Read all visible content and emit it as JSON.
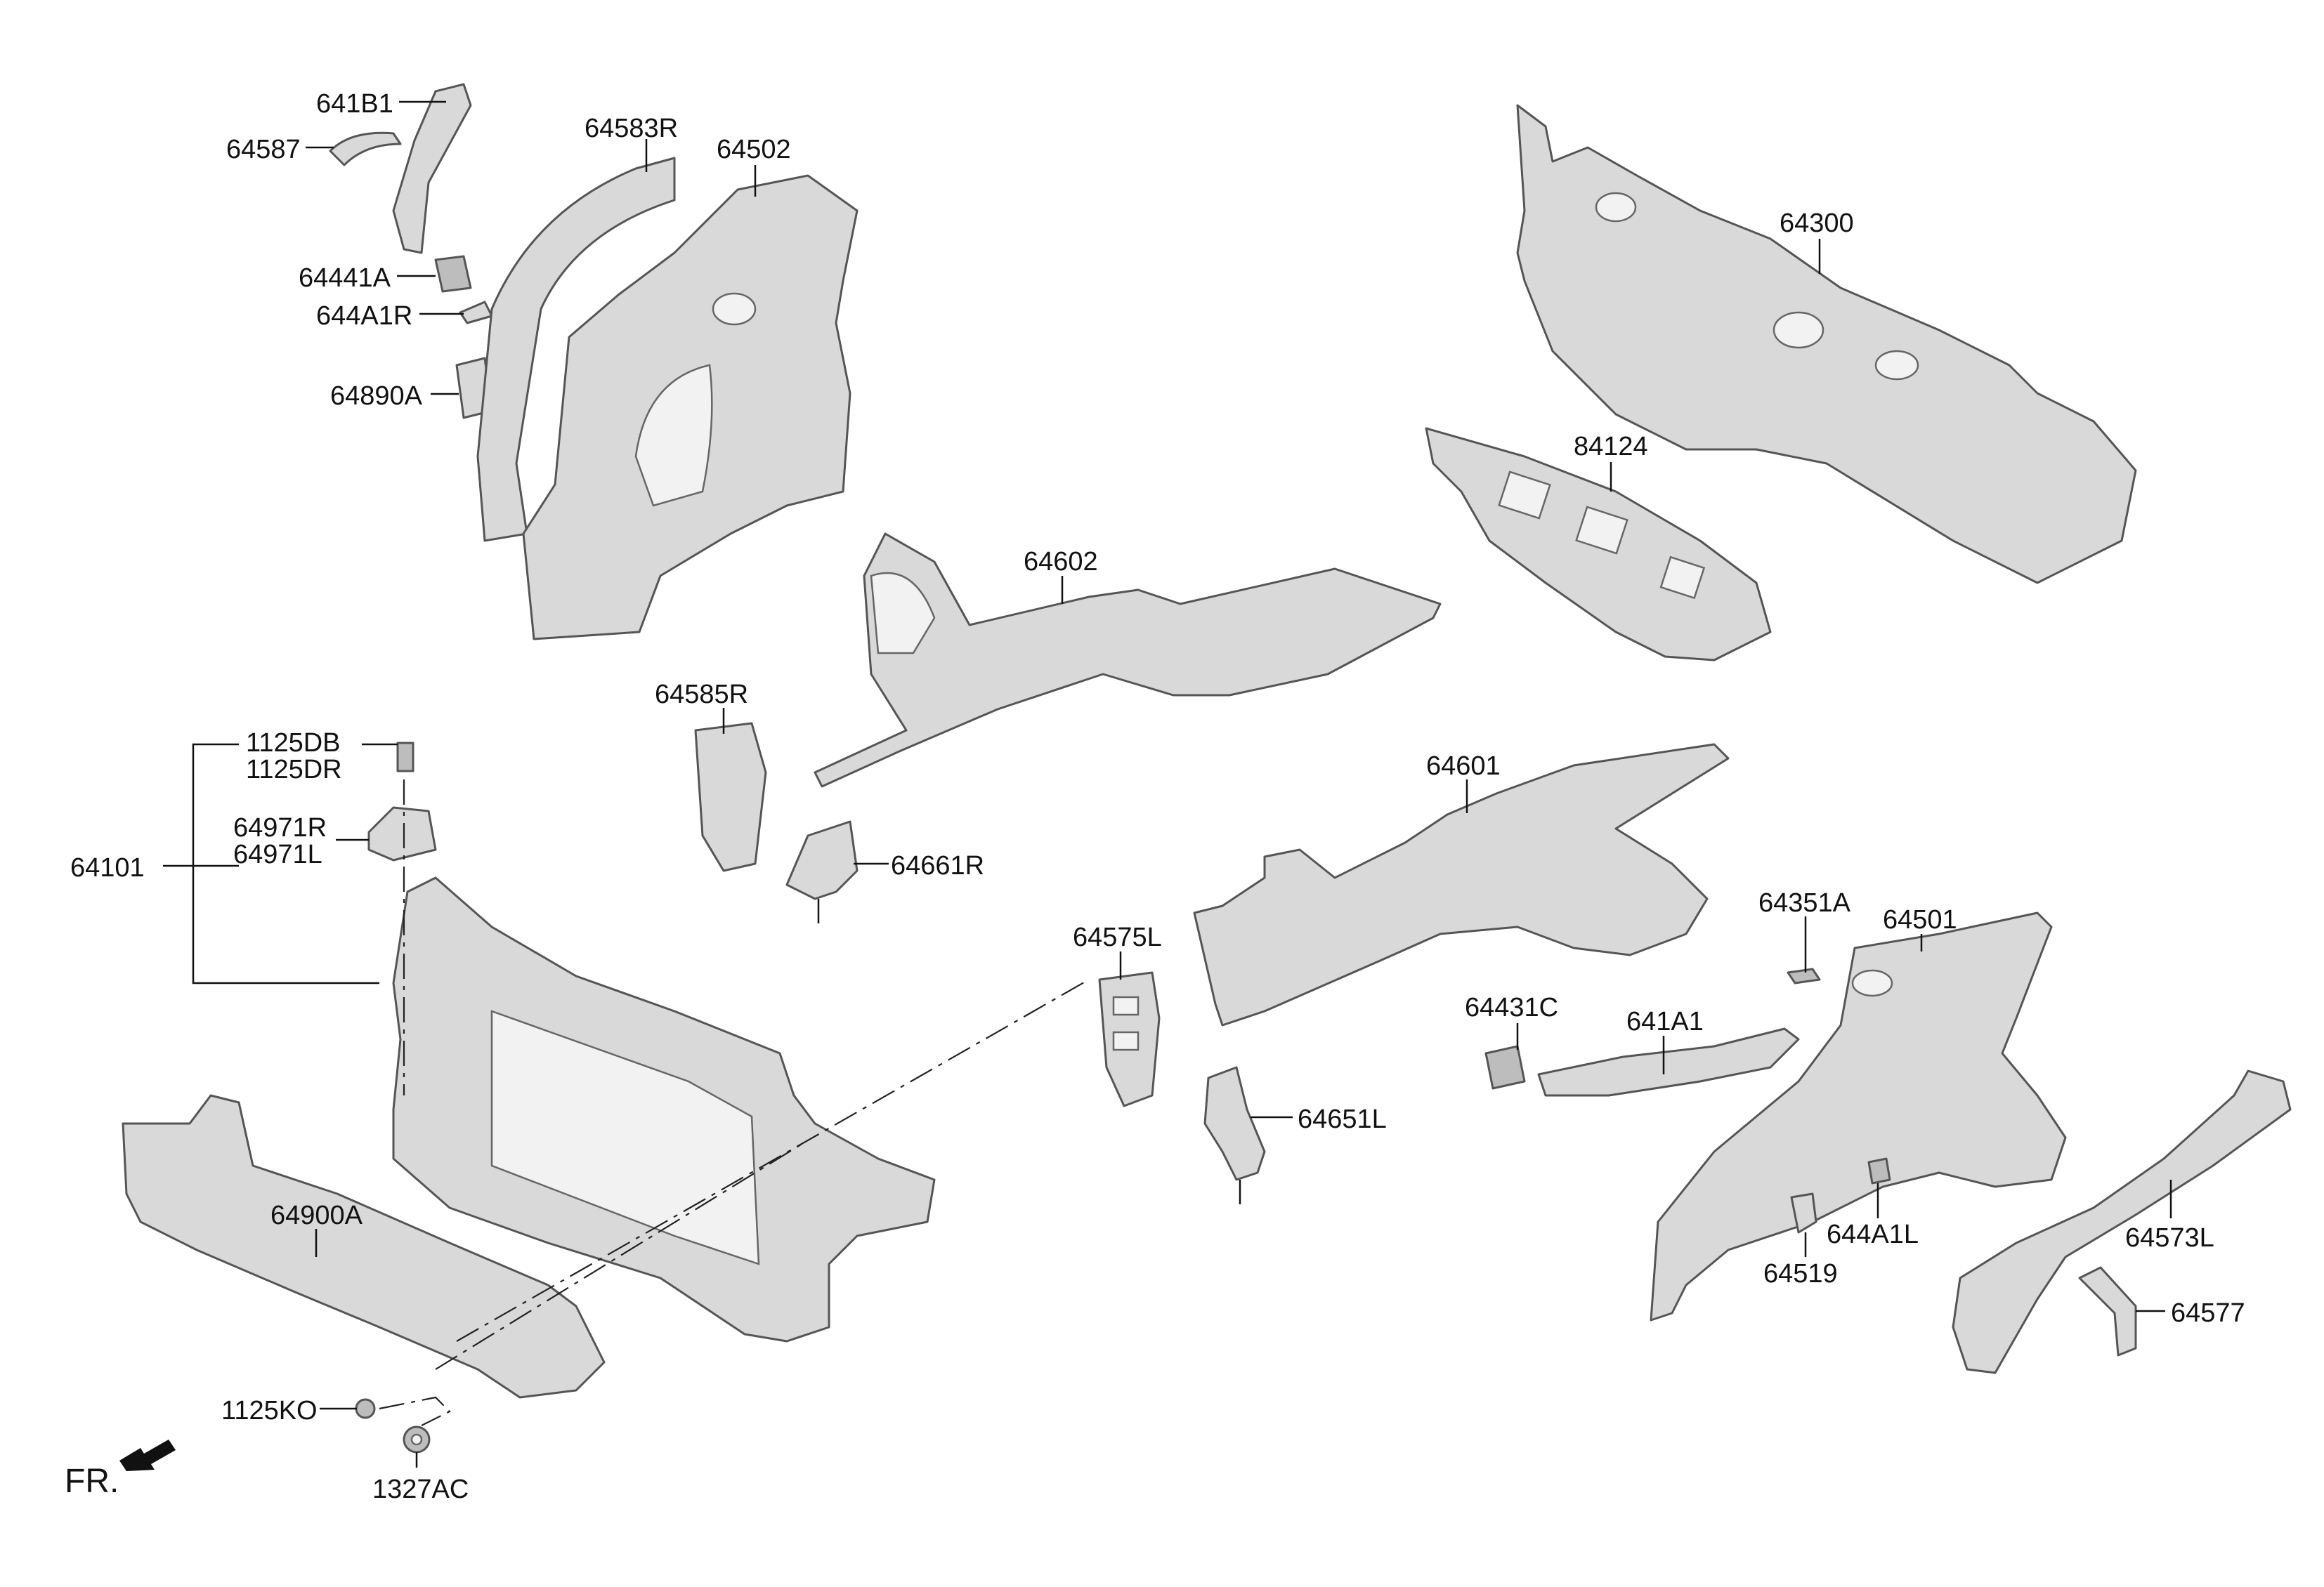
{
  "labels": {
    "p641B1": "641B1",
    "p64587": "64587",
    "p64441A": "64441A",
    "p644A1R": "644A1R",
    "p64890A": "64890A",
    "p64583R": "64583R",
    "p64502": "64502",
    "p64300": "64300",
    "p84124": "84124",
    "p64602": "64602",
    "p64585R": "64585R",
    "p64661R": "64661R",
    "p1125DB": "1125DB",
    "p1125DR": "1125DR",
    "p64971R": "64971R",
    "p64971L": "64971L",
    "p64101": "64101",
    "p64601": "64601",
    "p64575L": "64575L",
    "p64351A": "64351A",
    "p64501": "64501",
    "p64431C": "64431C",
    "p641A1": "641A1",
    "p64651L": "64651L",
    "p64900A": "64900A",
    "p644A1L": "644A1L",
    "p64519": "64519",
    "p64573L": "64573L",
    "p64577": "64577",
    "p1125KO": "1125KO",
    "p1327AC": "1327AC",
    "fr": "FR."
  }
}
